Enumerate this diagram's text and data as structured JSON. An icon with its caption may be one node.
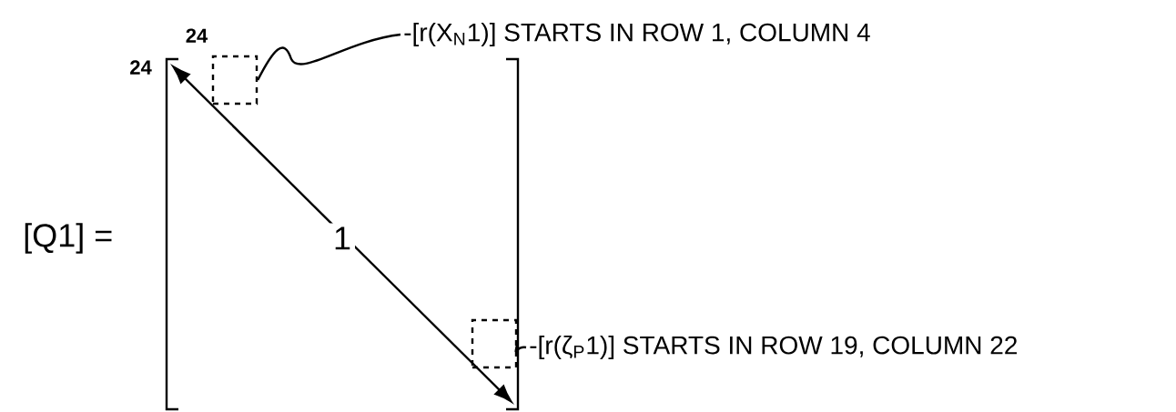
{
  "diagram": {
    "nodes": [
      {
        "text": [
          "-[r(X$_{N}$1)] STARTS IN ROW 1, COLUMN 4"
        ]
      },
      {
        "text": [],
        "shape": "box"
      },
      {
        "text": [],
        "shape": "box"
      },
      {
        "text": [
          "-[r(ζ$_{P}$1)] STARTS IN ROW 19, COLUMN 22"
        ]
      }
    ],
    "edges": [
      {
        "from": 0,
        "to": 1,
        "arrow": "none"
      },
      {
        "from": 3,
        "to": 2,
        "arrow": "none"
      }
    ],
    "labels": [
      "24",
      "24",
      "[Q1] =",
      "1"
    ]
  }
}
